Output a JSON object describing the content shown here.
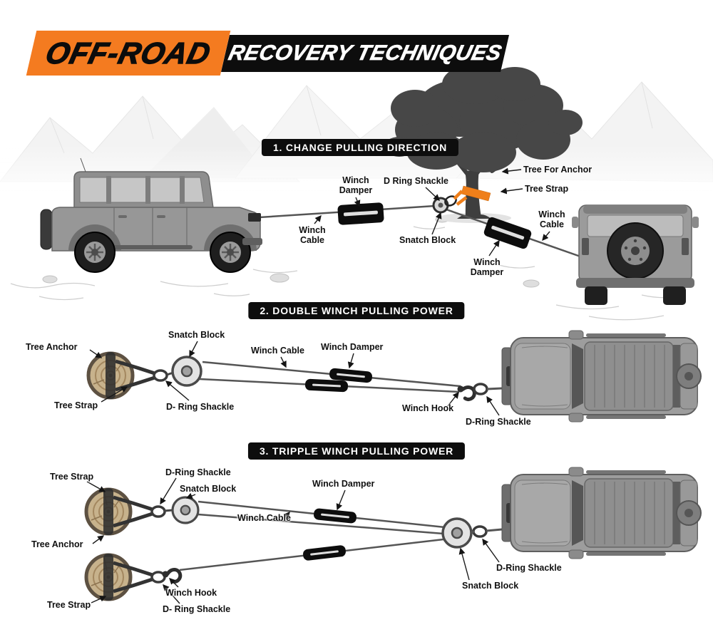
{
  "header": {
    "brand": "OFF-ROAD",
    "title": "RECOVERY TECHNIQUES"
  },
  "sections": {
    "s1": {
      "title": "1. CHANGE PULLING DIRECTION",
      "labels": {
        "winch_damper_left": "Winch Damper",
        "d_ring_shackle": "D Ring Shackle",
        "tree_for_anchor": "Tree For Anchor",
        "tree_strap": "Tree Strap",
        "winch_cable_left": "Winch Cable",
        "snatch_block": "Snatch Block",
        "winch_cable_right": "Winch Cable",
        "winch_damper_right": "Winch Damper"
      }
    },
    "s2": {
      "title": "2. DOUBLE WINCH PULLING POWER",
      "labels": {
        "tree_anchor": "Tree Anchor",
        "snatch_block": "Snatch Block",
        "winch_cable": "Winch Cable",
        "winch_damper": "Winch Damper",
        "tree_strap": "Tree Strap",
        "d_ring_shackle_left": "D- Ring Shackle",
        "winch_hook": "Winch Hook",
        "d_ring_shackle_right": "D-Ring Shackle"
      }
    },
    "s3": {
      "title": "3. TRIPPLE WINCH PULLING POWER",
      "labels": {
        "tree_strap_top": "Tree Strap",
        "d_ring_shackle_top": "D-Ring Shackle",
        "snatch_block_top": "Snatch Block",
        "winch_damper": "Winch Damper",
        "winch_cable": "Winch Cable",
        "tree_anchor": "Tree Anchor",
        "winch_hook": "Winch Hook",
        "d_ring_shackle_bottom": "D- Ring Shackle",
        "tree_strap_bottom": "Tree Strap",
        "d_ring_shackle_right": "D-Ring Shackle",
        "snatch_block_right": "Snatch Block"
      }
    }
  },
  "colors": {
    "accent_orange": "#f47b20",
    "banner_black": "#0d0d0d",
    "label_black": "#101010",
    "strap_orange": "#ef7f1a"
  }
}
